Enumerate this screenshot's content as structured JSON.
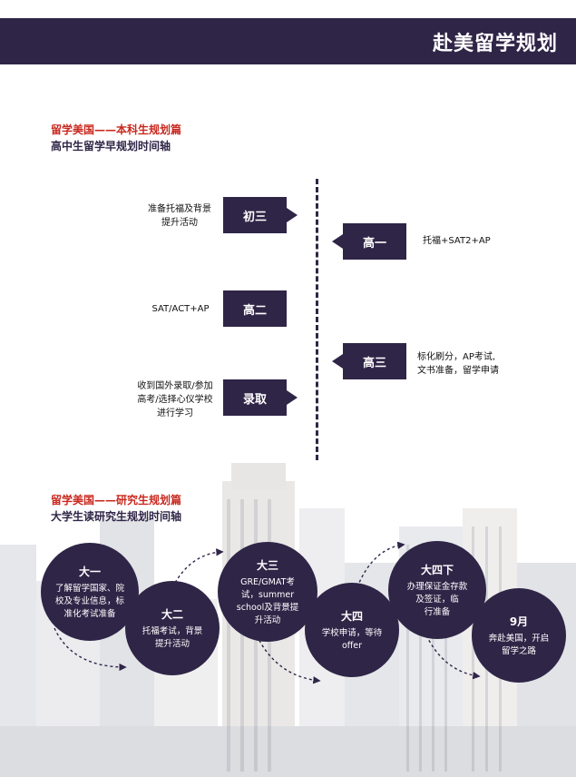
{
  "header": {
    "title": "赴美留学规划"
  },
  "undergrad": {
    "title": "留学美国——本科生规划篇",
    "subtitle": "高中生留学早规划时间轴",
    "nodes": [
      {
        "label": "初三",
        "desc_line1": "准备托福及背景",
        "desc_line2": "提升活动"
      },
      {
        "label": "高一",
        "desc_line1": "托福+SAT2+AP"
      },
      {
        "label": "高二",
        "desc_line1": "SAT/ACT+AP"
      },
      {
        "label": "高三",
        "desc_line1": "标化刷分，AP考试,",
        "desc_line2": "文书准备，留学申请"
      },
      {
        "label": "录取",
        "desc_line1": "收到国外录取/参加",
        "desc_line2": "高考/选择心仪学校",
        "desc_line3": "进行学习"
      }
    ]
  },
  "graduate": {
    "title": "留学美国——研究生规划篇",
    "subtitle": "大学生读研究生规划时间轴",
    "steps": [
      {
        "title": "大一",
        "l1": "了解留学国家、院",
        "l2": "校及专业信息，标",
        "l3": "准化考试准备"
      },
      {
        "title": "大二",
        "l1": "托福考试，背景",
        "l2": "提升活动"
      },
      {
        "title": "大三",
        "l1": "GRE/GMAT考",
        "l2": "试，summer",
        "l3": "school及背景提",
        "l4": "升活动"
      },
      {
        "title": "大四",
        "l1": "学校申请，等待",
        "l2": "offer"
      },
      {
        "title": "大四下",
        "l1": "办理保证金存款",
        "l2": "及签证，临",
        "l3": "行准备"
      },
      {
        "title": "9月",
        "l1": "奔赴美国，开启",
        "l2": "留学之路"
      }
    ]
  },
  "colors": {
    "primary": "#2f2547",
    "accent": "#c8281e"
  }
}
